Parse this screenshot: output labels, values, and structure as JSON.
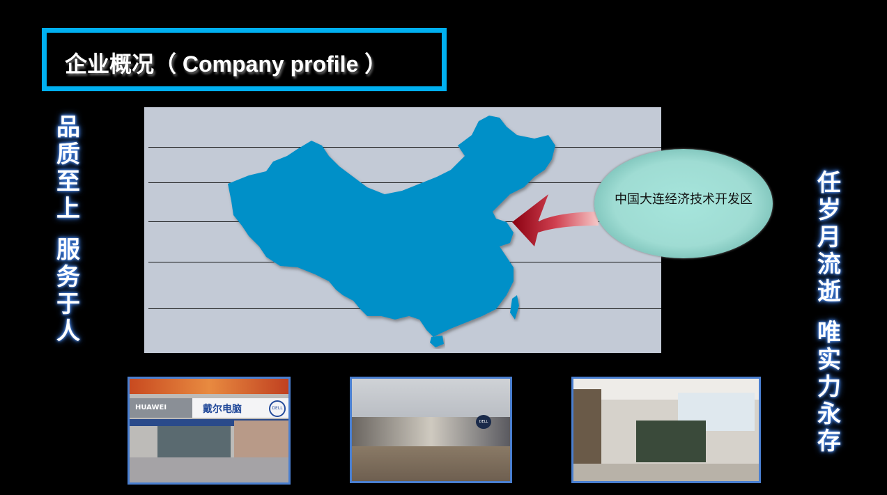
{
  "title": "企业概况（ Company profile ）",
  "left_slogan": [
    "品",
    "质",
    "至",
    "上",
    "",
    "服",
    "务",
    "于",
    "人"
  ],
  "right_slogan": [
    "任",
    "岁",
    "月",
    "流",
    "逝",
    "",
    "唯",
    "实",
    "力",
    "永",
    "存"
  ],
  "map": {
    "label": "中国大连经济技术开发区",
    "map_color": "#0090c8",
    "arrow_color": "#b0101a"
  },
  "photos": [
    {
      "name": "storefront",
      "signs": [
        "HUAWEI",
        "戴尔电脑",
        "DELL"
      ]
    },
    {
      "name": "showroom",
      "signs": [
        "DELL"
      ]
    },
    {
      "name": "office",
      "signs": []
    }
  ],
  "colors": {
    "accent": "#00b0f0",
    "photo_border": "#4a7fd0",
    "glow": "#3a78d8"
  }
}
